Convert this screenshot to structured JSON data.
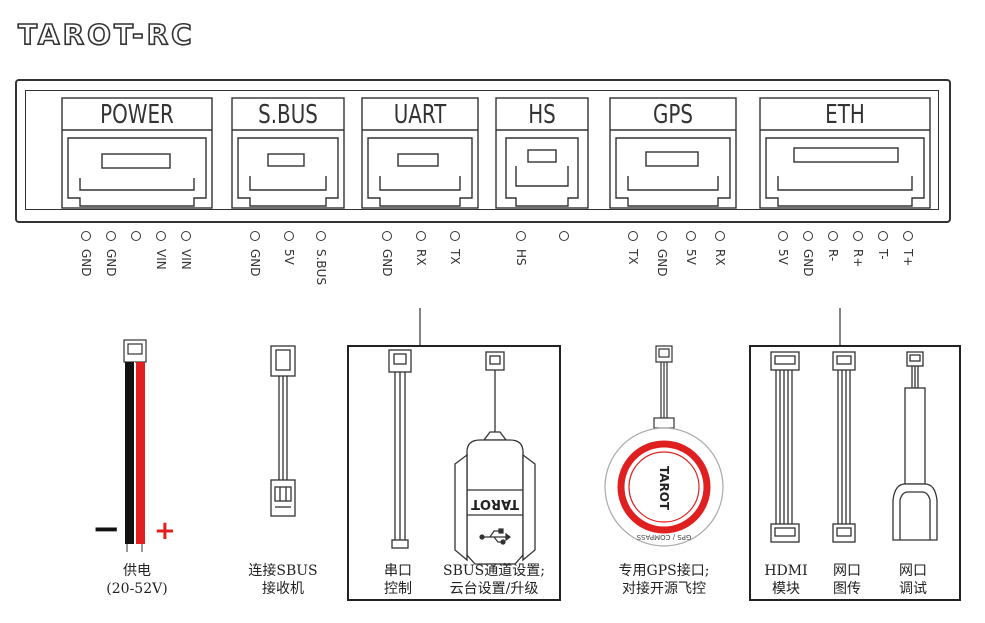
{
  "brand": {
    "logo": "TAROT-RC"
  },
  "ports": [
    {
      "label": "POWER",
      "pins": [
        "GND",
        "GND",
        "",
        "VIN",
        "VIN"
      ]
    },
    {
      "label": "S.BUS",
      "pins": [
        "GND",
        "5V",
        "S.BUS"
      ]
    },
    {
      "label": "UART",
      "pins": [
        "GND",
        "RX",
        "TX"
      ]
    },
    {
      "label": "HS",
      "pins": [
        "HS",
        ""
      ]
    },
    {
      "label": "GPS",
      "pins": [
        "TX",
        "GND",
        "5V",
        "RX"
      ]
    },
    {
      "label": "ETH",
      "pins": [
        "5V",
        "GND",
        "R-",
        "R+",
        "T-",
        "T+"
      ]
    }
  ],
  "power_marks": {
    "negative": "−",
    "positive": "+"
  },
  "gps_module": {
    "brand": "TAROT",
    "ring_text": "GPS / COMPASS"
  },
  "sbus_module": {
    "brand": "TAROT"
  },
  "captions": [
    {
      "id": "power",
      "line1": "供电",
      "line2": "(20-52V)"
    },
    {
      "id": "sbus",
      "line1": "连接SBUS",
      "line2": "接收机"
    },
    {
      "id": "uart",
      "line1": "串口",
      "line2": "控制"
    },
    {
      "id": "sbus-setting",
      "line1": "SBUS通道设置;",
      "line2": "云台设置/升级"
    },
    {
      "id": "gps",
      "line1": "专用GPS接口;",
      "line2": "对接开源飞控"
    },
    {
      "id": "hdmi",
      "line1": "HDMI",
      "line2": "模块"
    },
    {
      "id": "eth-image",
      "line1": "网口",
      "line2": "图传"
    },
    {
      "id": "eth-debug",
      "line1": "网口",
      "line2": "调试"
    }
  ],
  "colors": {
    "line": "#333333",
    "red_wire": "#e02020",
    "black_wire": "#111111",
    "gps_ring": "#e02020"
  }
}
